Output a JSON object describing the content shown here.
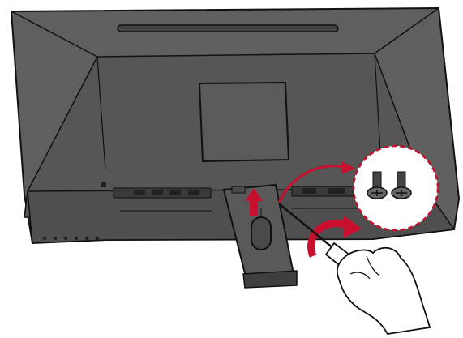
{
  "illustration": {
    "subject": "monitor-back-stand-removal",
    "colors": {
      "housing": "#5f5f5f",
      "housing_dark": "#4a4a4a",
      "housing_light": "#707070",
      "outline": "#111111",
      "accent_red": "#c8102e",
      "screw_bubble_bg": "#ffffff",
      "hand_fill": "#ffffff"
    },
    "icons": [
      "monitor-back",
      "vesa-plate",
      "stand-bracket",
      "screwdriver-icon",
      "screw-icon",
      "hand-icon",
      "curved-arrow-icon",
      "up-arrow-icon"
    ],
    "screw_count": 2
  }
}
